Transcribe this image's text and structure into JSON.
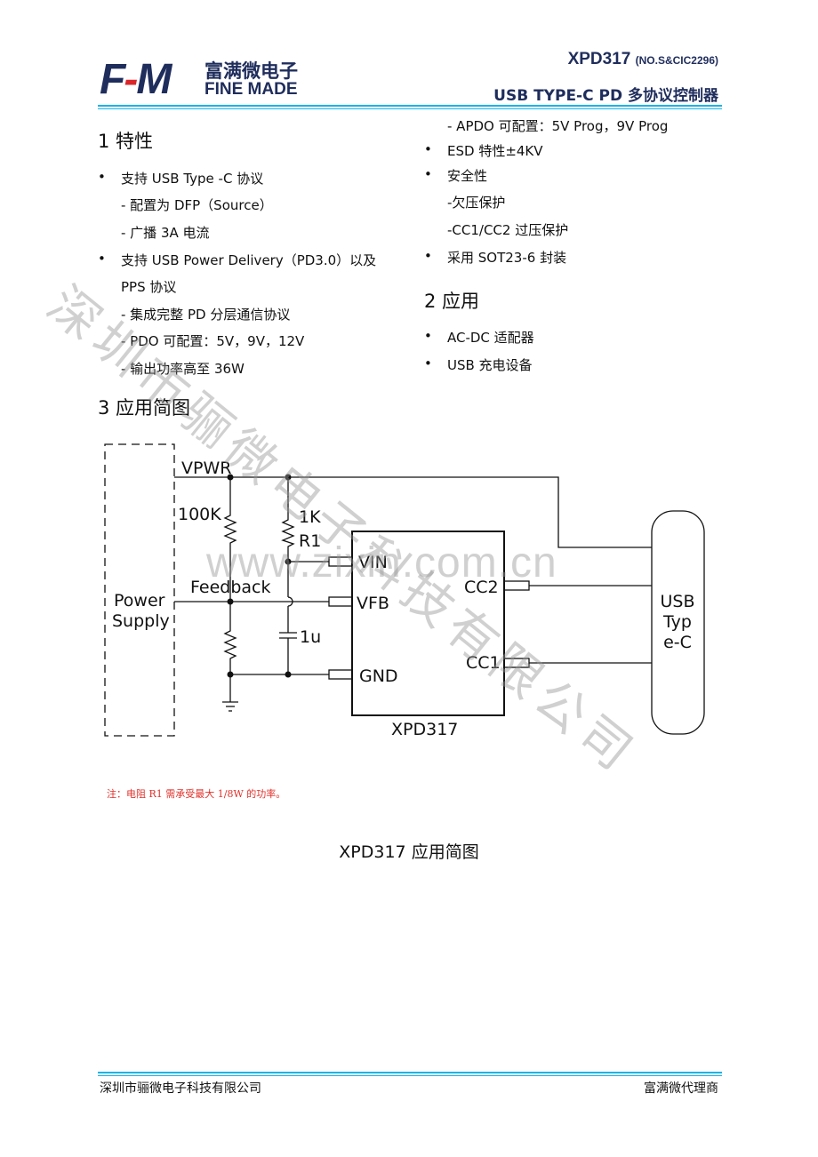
{
  "header": {
    "logo_mark": "FM",
    "company_cn": "富满微电子",
    "company_en": "FINE MADE",
    "part": "XPD317",
    "part_no": "(NO.S&CIC2296)",
    "subtitle": "USB TYPE-C PD 多协议控制器"
  },
  "features": {
    "heading": "1  特性",
    "items": [
      {
        "type": "bullet",
        "text": "支持 USB Type -C  协议"
      },
      {
        "type": "sub",
        "text": "-  配置为 DFP（Source）"
      },
      {
        "type": "sub",
        "text": "-  广播 3A 电流"
      },
      {
        "type": "bullet",
        "text": "支持 USB Power Delivery（PD3.0）以及"
      },
      {
        "type": "cont",
        "text": "PPS 协议"
      },
      {
        "type": "sub",
        "text": "-  集成完整 PD 分层通信协议"
      },
      {
        "type": "sub",
        "text": "- PDO 可配置：5V，9V，12V"
      },
      {
        "type": "sub",
        "text": "-  输出功率高至 36W"
      }
    ],
    "right_items": [
      {
        "type": "sub",
        "text": "- APDO 可配置：5V Prog，9V Prog"
      },
      {
        "type": "bullet",
        "text": "ESD 特性±4KV"
      },
      {
        "type": "bullet",
        "text": "安全性"
      },
      {
        "type": "sub",
        "text": "-欠压保护"
      },
      {
        "type": "sub",
        "text": "-CC1/CC2 过压保护"
      },
      {
        "type": "bullet",
        "text": "采用 SOT23-6 封装"
      }
    ]
  },
  "applications": {
    "heading": "2  应用",
    "items": [
      "AC-DC 适配器",
      "USB 充电设备"
    ]
  },
  "diagram": {
    "heading": "3  应用简图",
    "labels": {
      "vpwr": "VPWR",
      "r100k": "100K",
      "r1k": "1K",
      "r1": "R1",
      "feedback": "Feedback",
      "power": "Power",
      "supply": "Supply",
      "cap": "1u",
      "vin": "VIN",
      "vfb": "VFB",
      "gnd": "GND",
      "cc2": "CC2",
      "cc1": "CC1",
      "chip": "XPD317",
      "usb1": "USB",
      "usb2": "Typ",
      "usb3": "e-C"
    },
    "note": "注：电阻 R1 需承受最大 1/8W 的功率。",
    "caption": "XPD317 应用简图"
  },
  "watermark": {
    "company": "深圳市骊微电子科技有限公司",
    "url": "www.zixin.com.cn"
  },
  "footer": {
    "left": "深圳市骊微电子科技有限公司",
    "right": "富满微代理商"
  },
  "colors": {
    "brand": "#1f2d5c",
    "rule": "#18b4e8",
    "note": "#e0302a"
  }
}
